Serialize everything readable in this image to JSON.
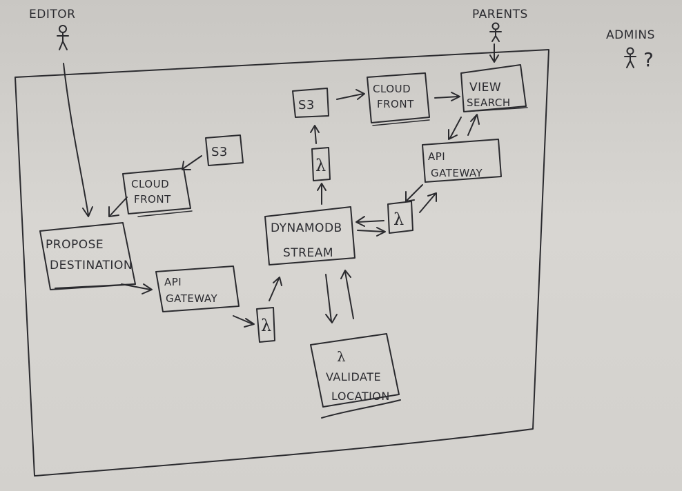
{
  "actors": {
    "editor": "EDITOR",
    "parents": "PARENTS",
    "admins": "ADMINS",
    "admins_mark": "?"
  },
  "nodes": {
    "propose_destination": [
      "PROPOSE",
      "DESTINATION"
    ],
    "cloudfront_left": [
      "CLOUD",
      "FRONT"
    ],
    "s3_left": "S3",
    "api_gateway_left": [
      "API",
      "GATEWAY"
    ],
    "lambda_left": "λ",
    "dynamodb_stream": [
      "DYNAMODB",
      "STREAM"
    ],
    "lambda_top": "λ",
    "s3_top": "S3",
    "cloudfront_top": [
      "CLOUD",
      "FRONT"
    ],
    "view_search": [
      "VIEW",
      "SEARCH"
    ],
    "api_gateway_right": [
      "API",
      "GATEWAY"
    ],
    "lambda_right": "λ",
    "validate_location": [
      "λ",
      "VALIDATE",
      "LOCATION"
    ]
  },
  "colors": {
    "ink": "#2a2a2e",
    "paper": "#d3d1cd"
  }
}
